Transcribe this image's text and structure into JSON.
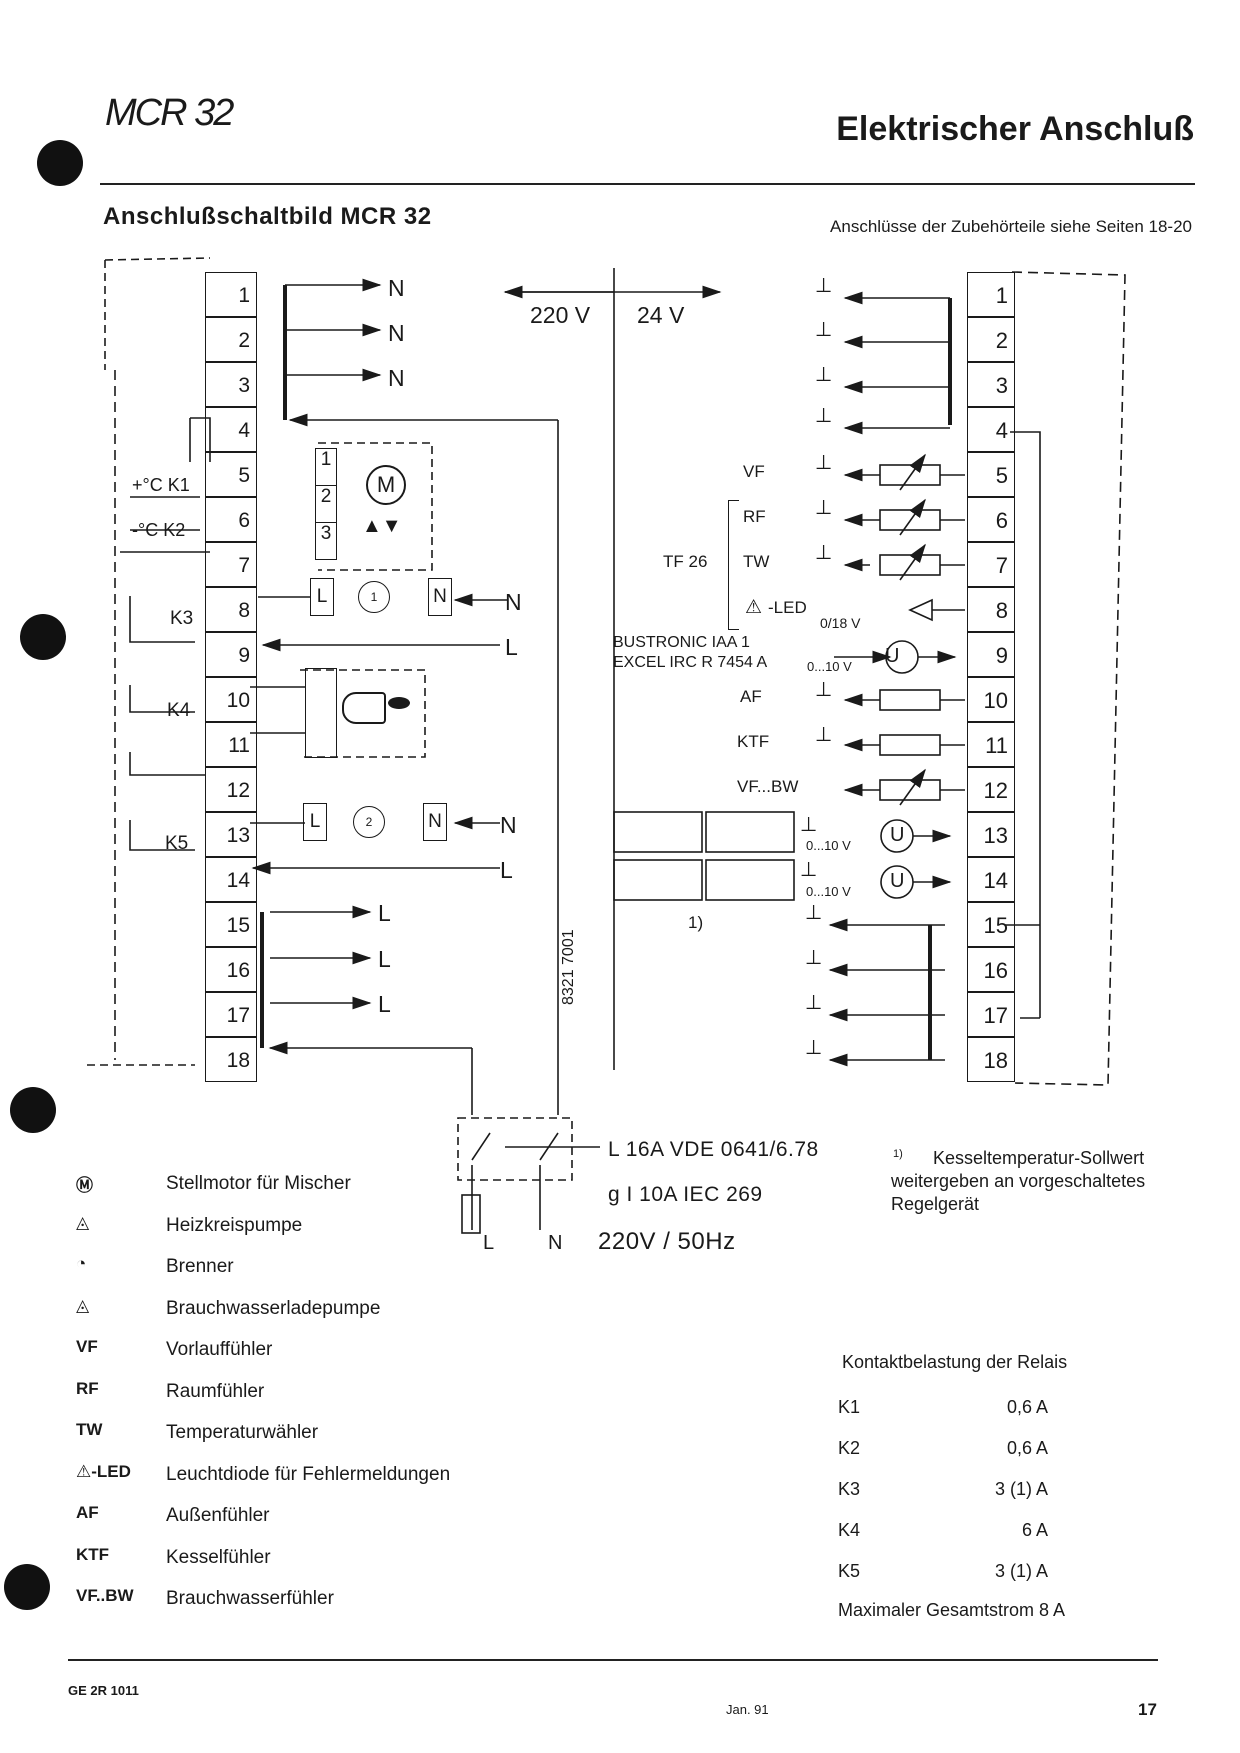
{
  "header": {
    "logo": "MCR 32",
    "title": "Elektrischer Anschluß"
  },
  "section": {
    "title": "Anschlußschaltbild MCR 32",
    "accessories_note": "Anschlüsse der Zubehörteile siehe Seiten 18-20"
  },
  "diagram": {
    "left_terminals": [
      "1",
      "2",
      "3",
      "4",
      "5",
      "6",
      "7",
      "8",
      "9",
      "10",
      "11",
      "12",
      "13",
      "14",
      "15",
      "16",
      "17",
      "18"
    ],
    "right_terminals": [
      "1",
      "2",
      "3",
      "4",
      "5",
      "6",
      "7",
      "8",
      "9",
      "10",
      "11",
      "12",
      "13",
      "14",
      "15",
      "16",
      "17",
      "18"
    ],
    "left_outputs": {
      "t1": "N",
      "t2": "N",
      "t3": "N",
      "t8": "N",
      "t9": "L",
      "t13": "N",
      "t14": "L",
      "t15": "L",
      "t16": "L",
      "t17": "L"
    },
    "relays": {
      "k1": "+°C K1",
      "k2": "-°C K2",
      "k3": "K3",
      "k4": "K4",
      "k5": "K5"
    },
    "motor_pins": [
      "1",
      "2",
      "3"
    ],
    "motor_symbol": "M",
    "motor_arrows": "▲▼",
    "pump_L": "L",
    "pump_N": "N",
    "pump1": "1",
    "pump2": "2",
    "voltage_220": "220 V",
    "voltage_24": "24 V",
    "part_number": "8321 7001",
    "sensors": {
      "vf": "VF",
      "rf": "RF",
      "tw": "TW",
      "tf26": "TF 26",
      "led": "-LED",
      "led_range": "0/18 V",
      "bustronic": "BUSTRONIC IAA 1",
      "excel": "EXCEL IRC R 7454 A",
      "range_0_10": "0...10 V",
      "af": "AF",
      "ktf": "KTF",
      "vfbw": "VF...BW"
    },
    "footnote_ref": "1)",
    "u_symbol": "U",
    "ground_symbol": "⊥",
    "switch_L": "L",
    "switch_N": "N"
  },
  "fuse": {
    "line1": "L 16A VDE 0641/6.78",
    "line2": "g I 10A IEC 269",
    "line3": "220V / 50Hz"
  },
  "footnote": {
    "mark": "1)",
    "text_1": "Kesseltemperatur-Sollwert",
    "text_2": "weitergeben an vorgeschaltetes",
    "text_3": "Regelgerät"
  },
  "legend": [
    {
      "abbr": "",
      "icon": "motor-icon",
      "desc": "Stellmotor für Mischer"
    },
    {
      "abbr": "",
      "icon": "heating-pump-icon",
      "desc": "Heizkreispumpe"
    },
    {
      "abbr": "",
      "icon": "burner-icon",
      "desc": "Brenner"
    },
    {
      "abbr": "",
      "icon": "dhw-pump-icon",
      "desc": "Brauchwasserladepumpe"
    },
    {
      "abbr": "VF",
      "icon": "",
      "desc": "Vorlauffühler"
    },
    {
      "abbr": "RF",
      "icon": "",
      "desc": "Raumfühler"
    },
    {
      "abbr": "TW",
      "icon": "",
      "desc": "Temperaturwähler"
    },
    {
      "abbr": "-LED",
      "icon": "warning-triangle-icon",
      "desc": "Leuchtdiode für Fehlermeldungen"
    },
    {
      "abbr": "AF",
      "icon": "",
      "desc": "Außenfühler"
    },
    {
      "abbr": "KTF",
      "icon": "",
      "desc": "Kesselfühler"
    },
    {
      "abbr": "VF..BW",
      "icon": "",
      "desc": "Brauchwasserfühler"
    }
  ],
  "relay_load": {
    "title": "Kontaktbelastung der Relais",
    "rows": [
      {
        "relay": "K1",
        "value": "0,6 A"
      },
      {
        "relay": "K2",
        "value": "0,6 A"
      },
      {
        "relay": "K3",
        "value": "3 (1) A"
      },
      {
        "relay": "K4",
        "value": "6 A"
      },
      {
        "relay": "K5",
        "value": "3 (1) A"
      }
    ],
    "max_current": "Maximaler Gesamtstrom 8 A"
  },
  "footer": {
    "doc_code": "GE 2R 1011",
    "date": "Jan. 91",
    "page_number": "17"
  }
}
